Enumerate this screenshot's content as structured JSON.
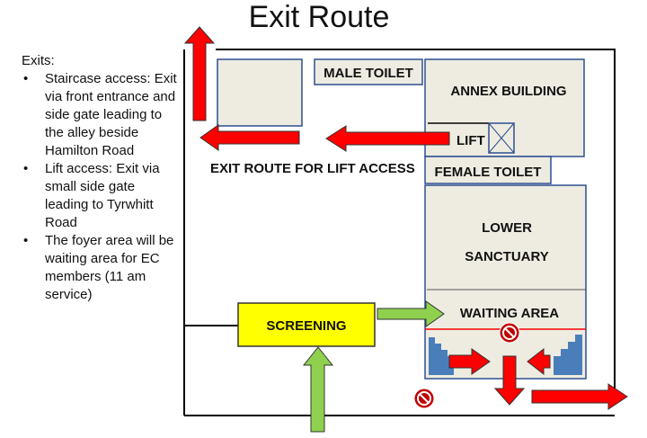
{
  "title": "Exit Route",
  "exits_heading": "Exits:",
  "exits": [
    "Staircase access: Exit via front entrance and side gate leading to the alley beside Hamilton Road",
    "Lift access: Exit via small side gate leading to Tyrwhitt Road",
    "The foyer area will be waiting area for EC members (11 am service)"
  ],
  "rooms": {
    "male_toilet": "MALE TOILET",
    "annex_building": "ANNEX BUILDING",
    "lift": "LIFT",
    "female_toilet": "FEMALE TOILET",
    "lower_sanctuary_line1": "LOWER",
    "lower_sanctuary_line2": "SANCTUARY",
    "waiting_area": "WAITING AREA",
    "screening": "SCREENING"
  },
  "route_label": "EXIT ROUTE FOR LIFT ACCESS",
  "colors": {
    "room_fill": "#eeece1",
    "room_border": "#2f4f8f",
    "screening_fill": "#ffff00",
    "exit_arrow": "#ff0000",
    "entry_arrow": "#8fd14f",
    "no_entry": "#c00000",
    "stairs": "#4a7ebb"
  }
}
